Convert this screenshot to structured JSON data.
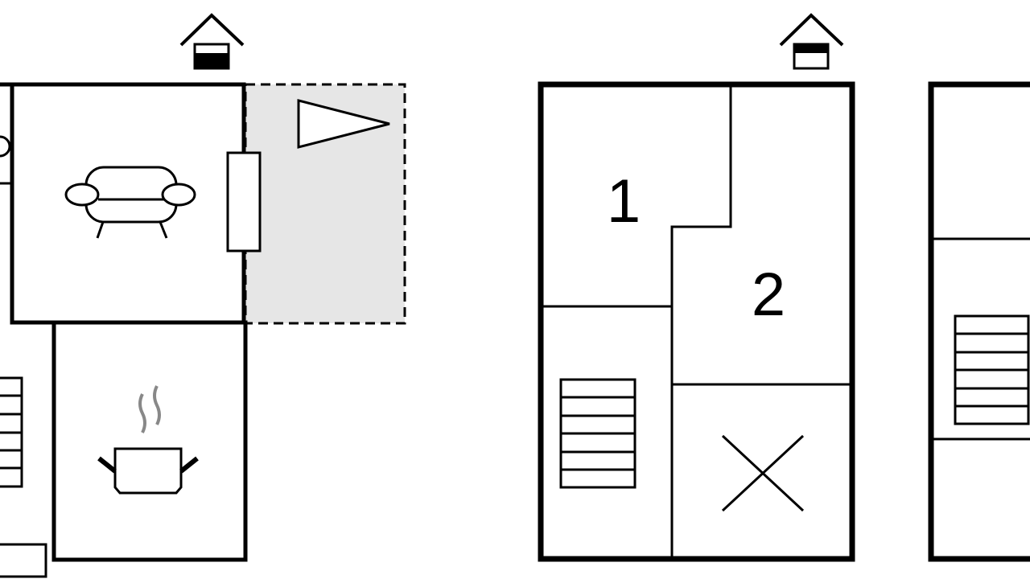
{
  "plan": {
    "ground_floor": {
      "rooms": [
        "living-room",
        "kitchen",
        "terrace"
      ]
    },
    "upper_floor": {
      "room_labels": [
        "1",
        "2"
      ]
    },
    "colors": {
      "wall": "#000000",
      "terrace": "#e6e6e6",
      "steam": "#888888"
    }
  }
}
